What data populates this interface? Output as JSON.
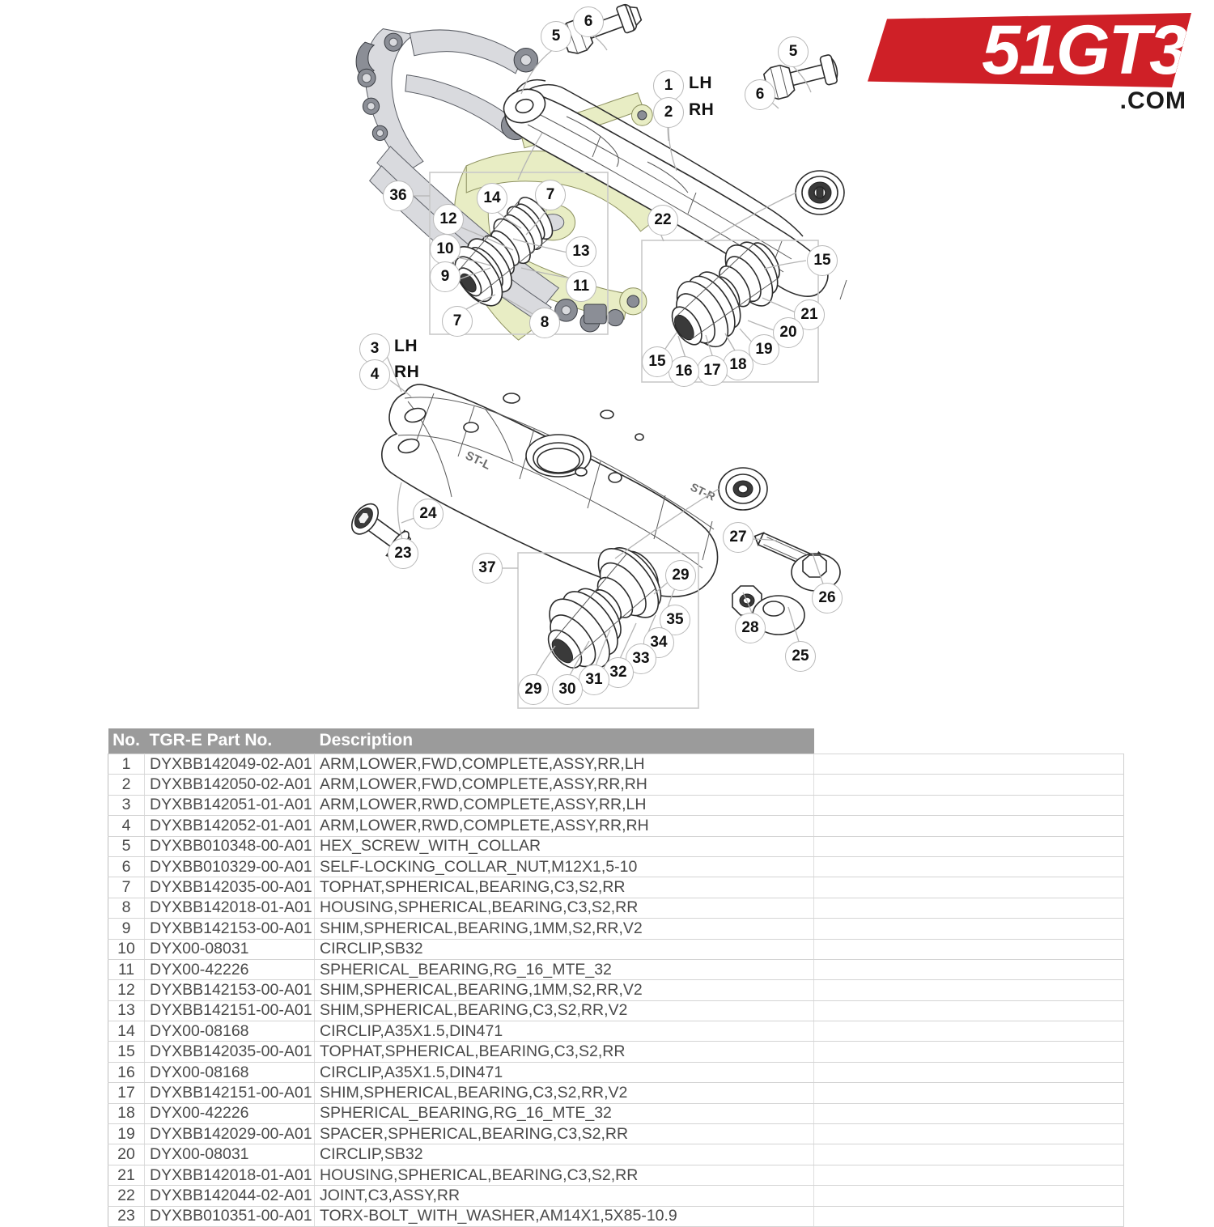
{
  "logo": {
    "wordmark": "51GT3",
    "suffix": ".COM",
    "color": "#cf2027"
  },
  "diagram": {
    "part_marks": {
      "left": "ST-L",
      "right": "ST-R"
    },
    "side_labels": [
      {
        "num": "1",
        "text": "LH"
      },
      {
        "num": "2",
        "text": "RH"
      },
      {
        "num": "3",
        "text": "LH"
      },
      {
        "num": "4",
        "text": "RH"
      }
    ],
    "callouts": [
      "5",
      "6",
      "1",
      "2",
      "6",
      "5",
      "36",
      "14",
      "7",
      "12",
      "10",
      "9",
      "13",
      "11",
      "7",
      "8",
      "22",
      "15",
      "21",
      "20",
      "19",
      "18",
      "17",
      "16",
      "15",
      "3",
      "4",
      "24",
      "23",
      "37",
      "29",
      "35",
      "34",
      "33",
      "32",
      "31",
      "30",
      "29",
      "27",
      "26",
      "28",
      "25"
    ]
  },
  "table": {
    "headers": [
      "No.",
      "TGR-E Part No.",
      "Description",
      ""
    ],
    "rows": [
      {
        "no": "1",
        "part": "DYXBB142049-02-A01",
        "desc": "ARM,LOWER,FWD,COMPLETE,ASSY,RR,LH"
      },
      {
        "no": "2",
        "part": "DYXBB142050-02-A01",
        "desc": "ARM,LOWER,FWD,COMPLETE,ASSY,RR,RH"
      },
      {
        "no": "3",
        "part": "DYXBB142051-01-A01",
        "desc": "ARM,LOWER,RWD,COMPLETE,ASSY,RR,LH"
      },
      {
        "no": "4",
        "part": "DYXBB142052-01-A01",
        "desc": "ARM,LOWER,RWD,COMPLETE,ASSY,RR,RH"
      },
      {
        "no": "5",
        "part": "DYXBB010348-00-A01",
        "desc": "HEX_SCREW_WITH_COLLAR"
      },
      {
        "no": "6",
        "part": "DYXBB010329-00-A01",
        "desc": "SELF-LOCKING_COLLAR_NUT,M12X1,5-10"
      },
      {
        "no": "7",
        "part": "DYXBB142035-00-A01",
        "desc": "TOPHAT,SPHERICAL,BEARING,C3,S2,RR"
      },
      {
        "no": "8",
        "part": "DYXBB142018-01-A01",
        "desc": "HOUSING,SPHERICAL,BEARING,C3,S2,RR"
      },
      {
        "no": "9",
        "part": "DYXBB142153-00-A01",
        "desc": "SHIM,SPHERICAL,BEARING,1MM,S2,RR,V2"
      },
      {
        "no": "10",
        "part": "DYX00-08031",
        "desc": "CIRCLIP,SB32"
      },
      {
        "no": "11",
        "part": "DYX00-42226",
        "desc": "SPHERICAL_BEARING,RG_16_MTE_32"
      },
      {
        "no": "12",
        "part": "DYXBB142153-00-A01",
        "desc": "SHIM,SPHERICAL,BEARING,1MM,S2,RR,V2"
      },
      {
        "no": "13",
        "part": "DYXBB142151-00-A01",
        "desc": "SHIM,SPHERICAL,BEARING,C3,S2,RR,V2"
      },
      {
        "no": "14",
        "part": "DYX00-08168",
        "desc": "CIRCLIP,A35X1.5,DIN471"
      },
      {
        "no": "15",
        "part": "DYXBB142035-00-A01",
        "desc": "TOPHAT,SPHERICAL,BEARING,C3,S2,RR"
      },
      {
        "no": "16",
        "part": "DYX00-08168",
        "desc": "CIRCLIP,A35X1.5,DIN471"
      },
      {
        "no": "17",
        "part": "DYXBB142151-00-A01",
        "desc": "SHIM,SPHERICAL,BEARING,C3,S2,RR,V2"
      },
      {
        "no": "18",
        "part": "DYX00-42226",
        "desc": "SPHERICAL_BEARING,RG_16_MTE_32"
      },
      {
        "no": "19",
        "part": "DYXBB142029-00-A01",
        "desc": "SPACER,SPHERICAL,BEARING,C3,S2,RR"
      },
      {
        "no": "20",
        "part": "DYX00-08031",
        "desc": "CIRCLIP,SB32"
      },
      {
        "no": "21",
        "part": "DYXBB142018-01-A01",
        "desc": "HOUSING,SPHERICAL,BEARING,C3,S2,RR"
      },
      {
        "no": "22",
        "part": "DYXBB142044-02-A01",
        "desc": "JOINT,C3,ASSY,RR"
      },
      {
        "no": "23",
        "part": "DYXBB010351-00-A01",
        "desc": "TORX-BOLT_WITH_WASHER,AM14X1,5X85-10.9"
      }
    ]
  }
}
